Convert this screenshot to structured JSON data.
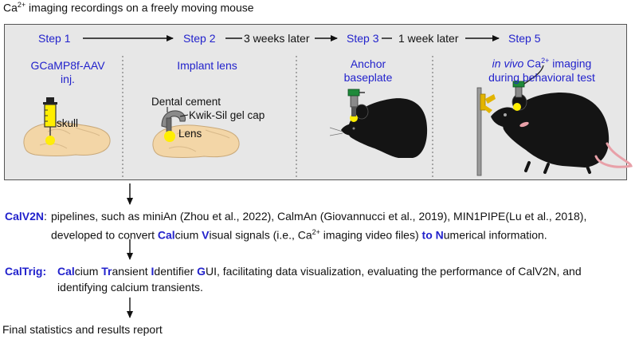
{
  "title": {
    "pre": "Ca",
    "sup": "2+",
    "post": " imaging recordings on a freely moving mouse"
  },
  "steps": {
    "s1": "Step 1",
    "s2": "Step 2",
    "s3": "Step 3",
    "s5": "Step 5",
    "gap2": "3 weeks later",
    "gap3": "1 week later"
  },
  "step_desc": {
    "s1_l1": "GCaMP8f-AAV",
    "s1_l2": "inj.",
    "s2": "Implant lens",
    "s3_l1": "Anchor",
    "s3_l2": "baseplate",
    "s5_i": "in vivo",
    "s5_pre": " Ca",
    "s5_sup": "2+",
    "s5_post": " imaging",
    "s5_l2": "during behavioral test"
  },
  "labels": {
    "skull": "skull",
    "dental": "Dental cement",
    "kwik": "Kwik-Sil gel cap",
    "lens": "Lens"
  },
  "calv2n": {
    "tag": "CalV2N",
    "colon": ":",
    "l1": "pipelines, such as miniAn (Zhou et al., 2022), CalmAn (Giovannucci et al., 2019), MIN1PIPE(Lu et al., 2018),",
    "l2_a": "developed to convert ",
    "l2_b1": "Cal",
    "l2_c": "cium ",
    "l2_b2": "V",
    "l2_d": "isual signals (i.e., Ca",
    "l2_sup": "2+",
    "l2_e": " imaging video files) ",
    "l2_b3": "to N",
    "l2_f": "umerical information."
  },
  "caltrig": {
    "tag": "CalTrig:",
    "b1": "Cal",
    "t1": "cium ",
    "b2": "Tr",
    "t2": "ansient ",
    "b3": "I",
    "t3": "dentifier ",
    "b4": "G",
    "t4": "UI, facilitating data visualization, evaluating the performance of CalV2N, and",
    "l2": "identifying calcium transients."
  },
  "final": "Final statistics and results report",
  "colors": {
    "accent": "#2222cc",
    "panel": "#e7e7e7",
    "brain": "#f3d6a7",
    "yellow": "#ffee00",
    "mouse": "#141414",
    "green": "#1f8a3a"
  }
}
